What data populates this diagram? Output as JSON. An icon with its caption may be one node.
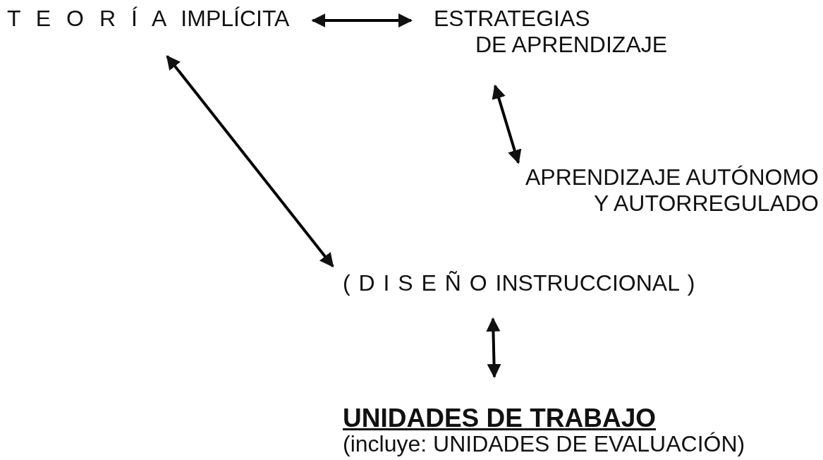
{
  "diagram": {
    "nodes": [
      {
        "text": [
          "T E O R Í A IMPLÍCITA"
        ]
      },
      {
        "text": [
          "ESTRATEGIAS DE APRENDIZAJE"
        ]
      },
      {
        "text": [
          "APRENDIZAJE AUTÓNOMO Y AUTORREGULADO"
        ]
      },
      {
        "text": [
          "( D I S E Ñ O INSTRUCCIONAL )"
        ]
      },
      {
        "text": [
          "UNIDADES DE TRABAJO",
          "(incluye: UNIDADES DE EVALUACIÓN)"
        ]
      }
    ],
    "edges": [
      {
        "from": 0,
        "to": 1,
        "arrow": "both"
      },
      {
        "from": 1,
        "to": 2,
        "arrow": "both"
      },
      {
        "from": 0,
        "to": 3,
        "arrow": "both"
      },
      {
        "from": 3,
        "to": 4,
        "arrow": "both"
      }
    ]
  }
}
